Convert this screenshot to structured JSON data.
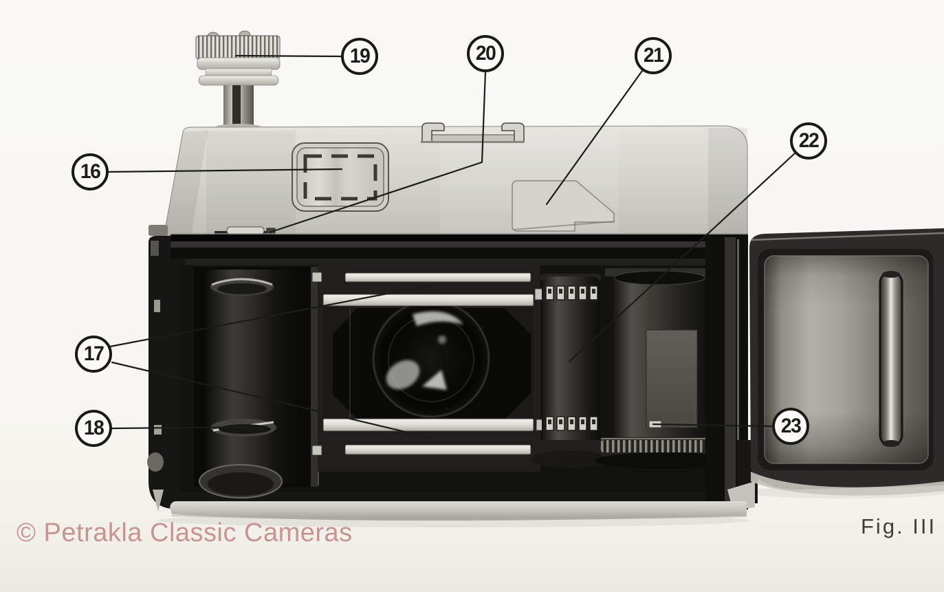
{
  "figure": {
    "caption": "Fig. III",
    "watermark": "© Petrakla Classic Cameras"
  },
  "callouts": [
    {
      "label": "16"
    },
    {
      "label": "17"
    },
    {
      "label": "18"
    },
    {
      "label": "19"
    },
    {
      "label": "20"
    },
    {
      "label": "21"
    },
    {
      "label": "22"
    },
    {
      "label": "23"
    }
  ],
  "colors": {
    "paper": "#f7f6f2",
    "ink": "#1b1b19",
    "watermark": "#c69494",
    "caption_text": "#3e3e3c"
  }
}
